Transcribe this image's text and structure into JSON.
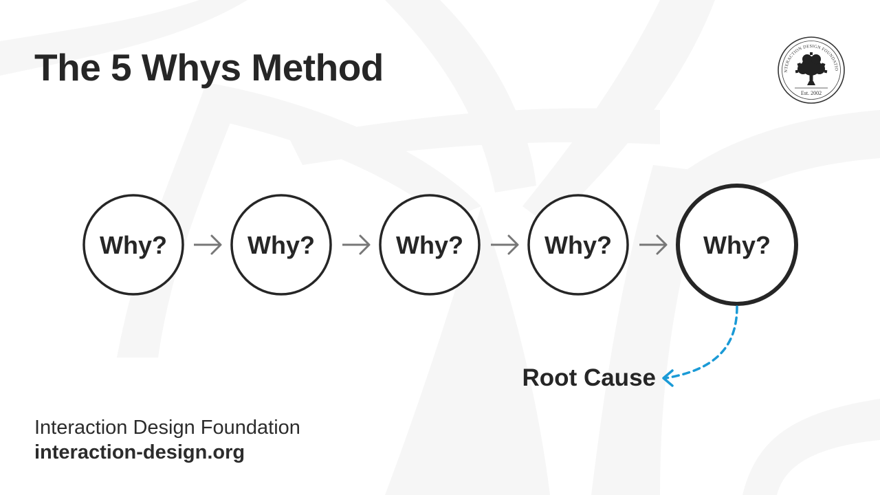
{
  "title": "The 5 Whys Method",
  "steps": [
    {
      "label": "Why?"
    },
    {
      "label": "Why?"
    },
    {
      "label": "Why?"
    },
    {
      "label": "Why?"
    },
    {
      "label": "Why?"
    }
  ],
  "root_cause": "Root Cause",
  "footer": {
    "organization": "Interaction Design Foundation",
    "website": "interaction-design.org"
  },
  "logo": {
    "ring_text": "INTERACTION DESIGN FOUNDATION",
    "est": "Est. 2002",
    "icon": "tree-icon"
  },
  "colors": {
    "text": "#262626",
    "arrow": "#777777",
    "accent": "#1a9ad6"
  }
}
